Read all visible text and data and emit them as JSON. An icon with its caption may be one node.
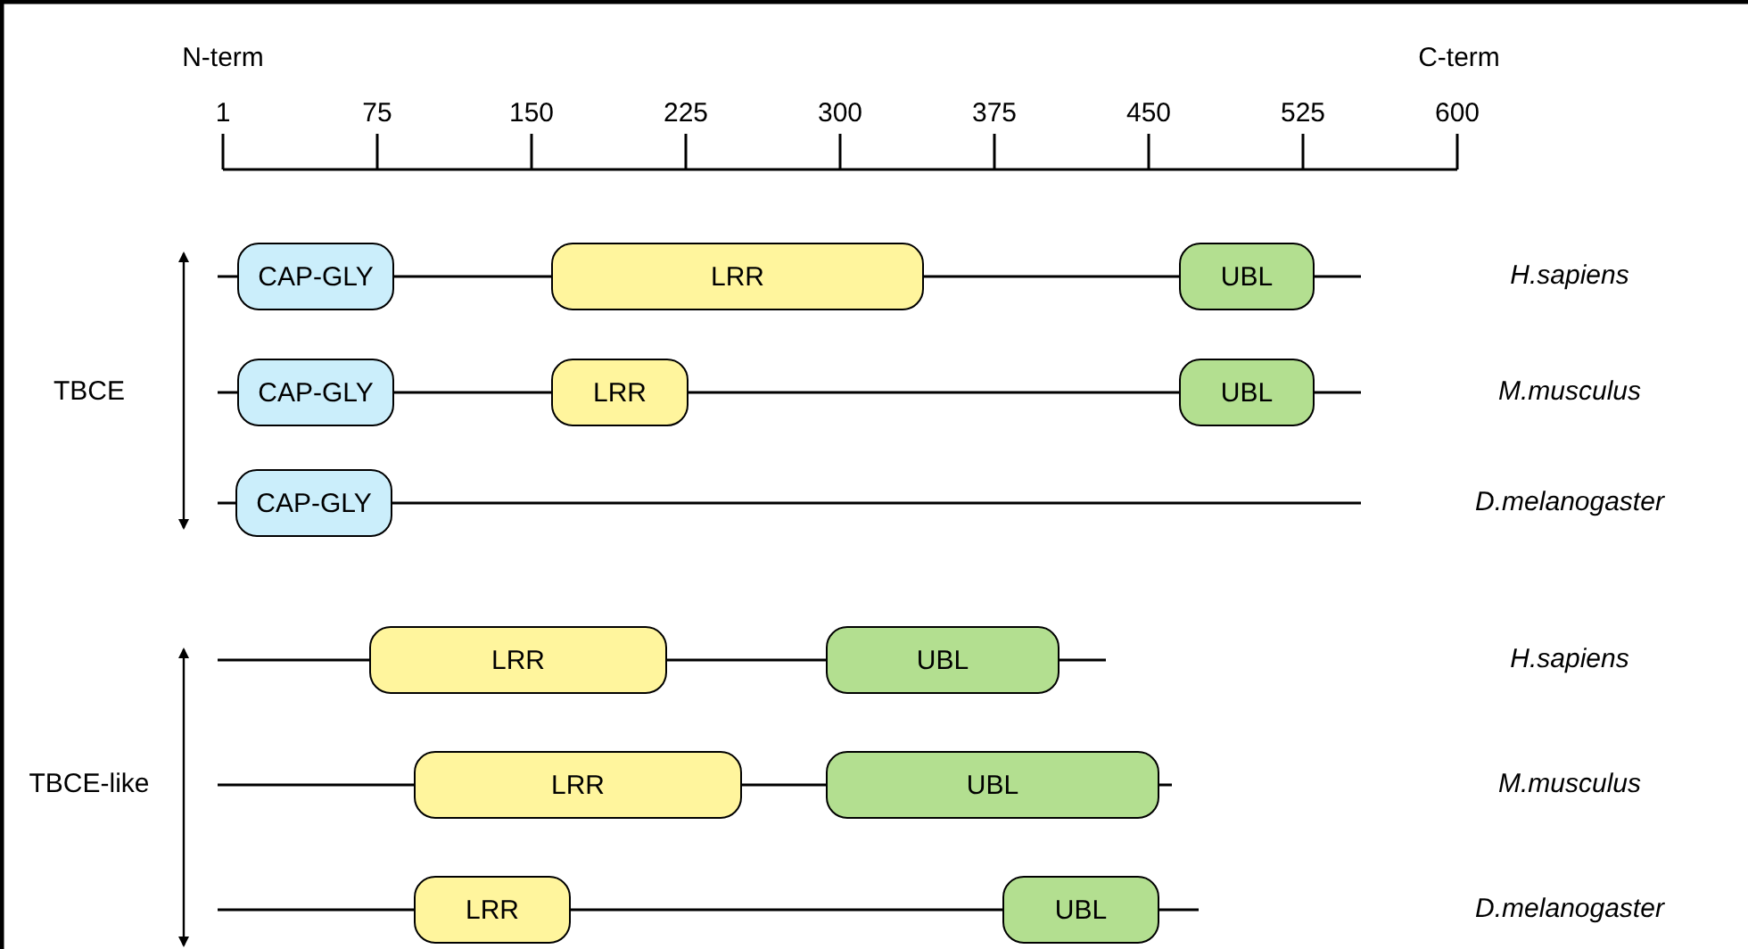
{
  "diagram": {
    "nodes": [
      {
        "text": [
          "CAP-GLY"
        ]
      },
      {
        "text": [
          "LRR"
        ]
      },
      {
        "text": [
          "UBL"
        ]
      },
      {
        "text": [
          "CAP-GLY"
        ]
      },
      {
        "text": [
          "LRR"
        ]
      },
      {
        "text": [
          "UBL"
        ]
      },
      {
        "text": [
          "CAP-GLY"
        ]
      },
      {
        "text": [
          "LRR"
        ]
      },
      {
        "text": [
          "UBL"
        ]
      },
      {
        "text": [
          "LRR"
        ]
      },
      {
        "text": [
          "UBL"
        ]
      },
      {
        "text": [
          "LRR"
        ]
      },
      {
        "text": [
          "UBL"
        ]
      }
    ],
    "edges": [
      {
        "from": null,
        "to": 0,
        "arrow": "none"
      },
      {
        "from": 0,
        "to": 1,
        "arrow": "none"
      },
      {
        "from": 1,
        "to": 2,
        "arrow": "none"
      },
      {
        "from": 2,
        "to": null,
        "arrow": "none"
      },
      {
        "from": null,
        "to": 3,
        "arrow": "none"
      },
      {
        "from": 3,
        "to": 4,
        "arrow": "none"
      },
      {
        "from": 4,
        "to": 5,
        "arrow": "none"
      },
      {
        "from": 5,
        "to": null,
        "arrow": "none"
      },
      {
        "from": null,
        "to": 6,
        "arrow": "none"
      },
      {
        "from": 6,
        "to": null,
        "arrow": "none"
      },
      {
        "from": null,
        "to": 7,
        "arrow": "none"
      },
      {
        "from": 7,
        "to": 8,
        "arrow": "none"
      },
      {
        "from": 8,
        "to": null,
        "arrow": "none"
      },
      {
        "from": null,
        "to": 9,
        "arrow": "none"
      },
      {
        "from": 9,
        "to": 10,
        "arrow": "none"
      },
      {
        "from": 10,
        "to": null,
        "arrow": "none"
      },
      {
        "from": null,
        "to": 11,
        "arrow": "none"
      },
      {
        "from": 11,
        "to": 12,
        "arrow": "none"
      },
      {
        "from": 12,
        "to": null,
        "arrow": "none"
      }
    ],
    "labels": [
      "N-term",
      "C-term",
      "1",
      "75",
      "150",
      "225",
      "300",
      "375",
      "450",
      "525",
      "600",
      "H.sapiens",
      "TBCE",
      "M.musculus",
      "D.melanogaster",
      "H.sapiens",
      "TBCE-like",
      "M.musculus",
      "D.melanogaster"
    ]
  }
}
